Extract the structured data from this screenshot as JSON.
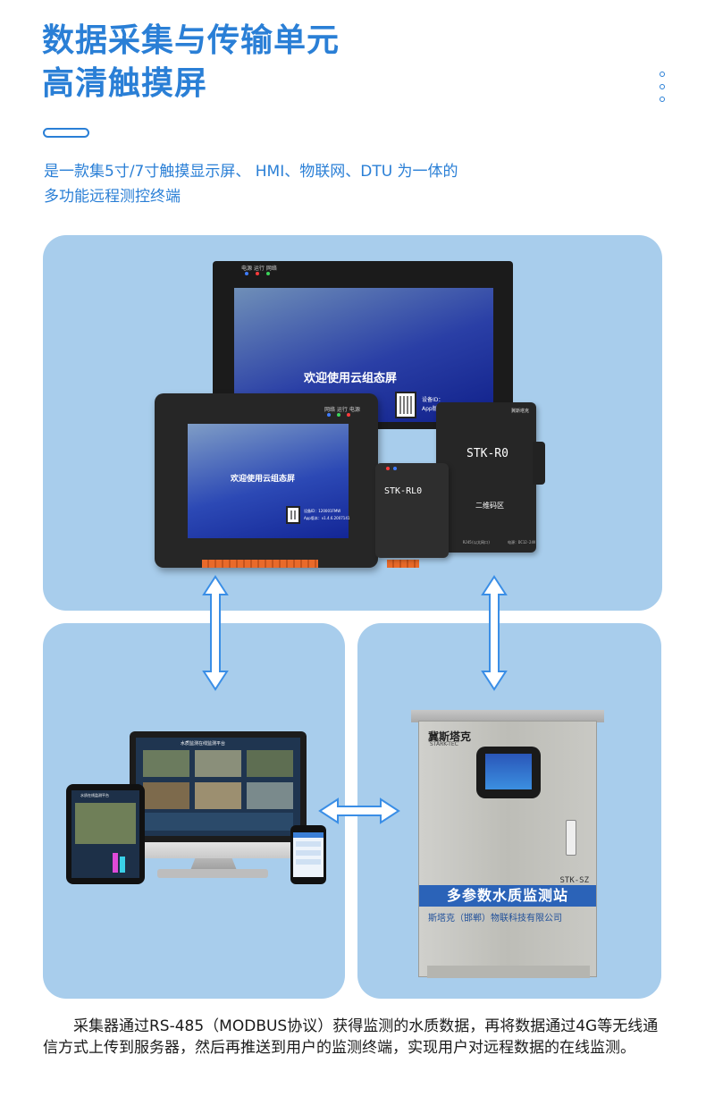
{
  "header": {
    "title_line1": "数据采集与传输单元",
    "title_line2": "高清触摸屏",
    "subtitle_line1": "是一款集5寸/7寸触摸显示屏、 HMI、物联网、DTU 为一体的",
    "subtitle_line2": "多功能远程测控终端"
  },
  "devices": {
    "big_screen_text": "欢迎使用云组态屏",
    "big_screen_leds": "电源 运行 网络",
    "big_screen_id": "设备ID：",
    "big_screen_app": "App版本",
    "small_screen_text": "欢迎使用云组态屏",
    "small_screen_leds": "网络 运行 电源",
    "small_screen_id": "设备ID：120001FMW",
    "small_screen_app": "App版本：v1.4.6.2007141",
    "rl0_label": "STK-RL0",
    "r0_label": "STK-R0",
    "r0_qr_area": "二维码区",
    "r0_brand": "冀斯塔克",
    "r0_bottom_left": "RJ45(以太网口)",
    "r0_bottom_right": "电源：DC12-24V"
  },
  "monitor": {
    "platform_title": "水质监测在线监测平台",
    "tablet_title": "水质在线监测平台"
  },
  "cabinet": {
    "brand": "冀斯塔克",
    "brand_sub": "STARK-TEC",
    "model": "STK-SZ",
    "station_name": "多参数水质监测站",
    "company": "斯塔克（邯郸）物联科技有限公司"
  },
  "footer": {
    "description": "采集器通过RS-485（MODBUS协议）获得监测的水质数据，再将数据通过4G等无线通信方式上传到服务器，然后再推送到用户的监测终端，实现用户对远程数据的在线监测。"
  },
  "colors": {
    "accent": "#2a7fd6",
    "panel": "#a8cdec",
    "arrow": "#3a8ee6",
    "band": "#2b63b8"
  },
  "icons": [
    "more-vertical-icon",
    "double-arrow-vertical-icon",
    "double-arrow-horizontal-icon"
  ]
}
